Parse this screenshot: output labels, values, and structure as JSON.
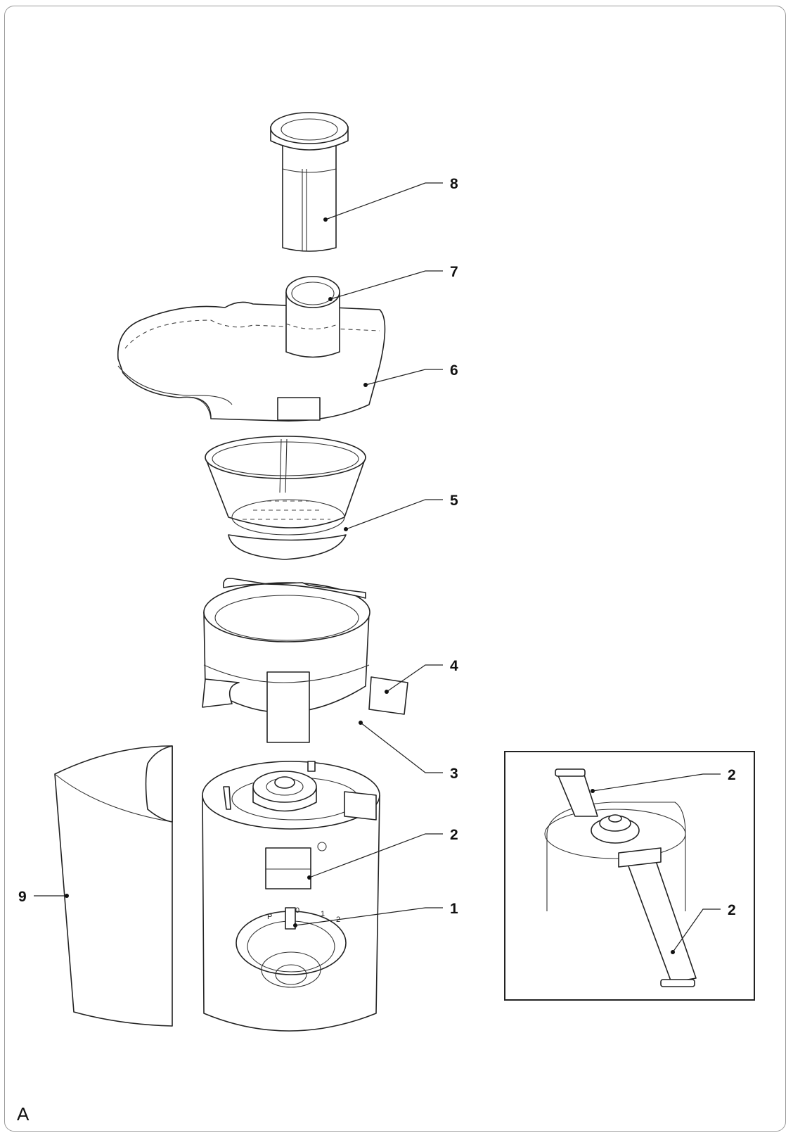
{
  "figure_letter": "A",
  "callouts": [
    {
      "id": "8",
      "label": "8"
    },
    {
      "id": "7",
      "label": "7"
    },
    {
      "id": "6",
      "label": "6"
    },
    {
      "id": "5",
      "label": "5"
    },
    {
      "id": "4",
      "label": "4"
    },
    {
      "id": "3",
      "label": "3"
    },
    {
      "id": "2",
      "label": "2"
    },
    {
      "id": "1",
      "label": "1"
    },
    {
      "id": "9",
      "label": "9"
    }
  ],
  "inset_callouts": [
    {
      "id": "2-top",
      "label": "2"
    },
    {
      "id": "2-bottom",
      "label": "2"
    }
  ],
  "knob_positions": [
    "P",
    "0",
    "1",
    "2"
  ]
}
